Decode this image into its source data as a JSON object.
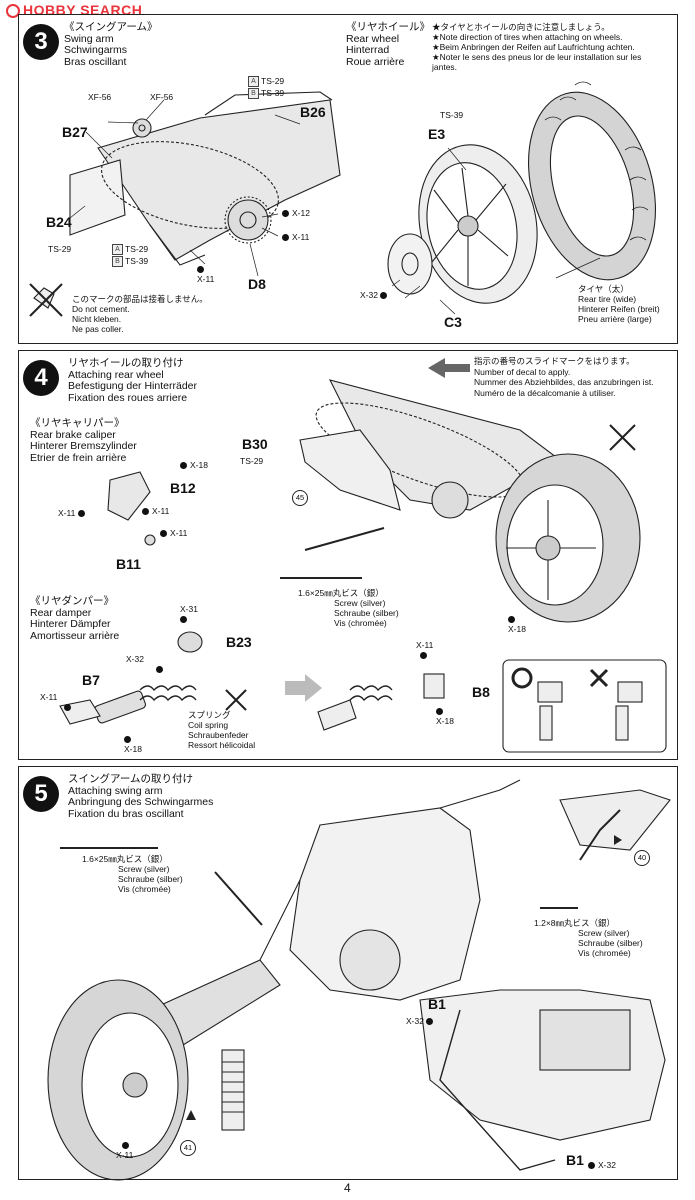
{
  "watermark": "HOBBY SEARCH",
  "page_number": "4",
  "step3": {
    "number": "3",
    "swingarm_title": [
      "《スイングアーム》",
      "Swing arm",
      "Schwingarms",
      "Bras oscillant"
    ],
    "rearwheel_title": [
      "《リヤホイール》",
      "Rear wheel",
      "Hinterrad",
      "Roue arrière"
    ],
    "tire_note": [
      "★タイヤとホイールの向きに注意しましょう。",
      "★Note direction of tires when attaching on wheels.",
      "★Beim Anbringen der Reifen auf Laufrichtung achten.",
      "★Noter le sens des pneus lor de leur installation sur les",
      "jantes."
    ],
    "nocement_note": [
      "このマークの部品は接着しません。",
      "Do not cement.",
      "Nicht kleben.",
      "Ne pas coller."
    ],
    "tire_label": [
      "タイヤ（太）",
      "Rear tire (wide)",
      "Hinterer Reifen (breit)",
      "Pneu arrière (large)"
    ],
    "parts": {
      "b26": "B26",
      "b27": "B27",
      "b24": "B24",
      "d8": "D8",
      "e3": "E3",
      "c3": "C3"
    },
    "codes": {
      "xf56a": "XF-56",
      "xf56b": "XF-56",
      "ts29a": "TS-29",
      "ts39a": "TS-39",
      "ts29b": "TS-29",
      "ts29c": "TS-29",
      "ts39b": "TS-39",
      "x12": "X-12",
      "x11a": "X-11",
      "x11b": "X-11",
      "ts39c": "TS-39",
      "x32": "X-32"
    },
    "box_a": "A",
    "box_b": "B"
  },
  "step4": {
    "number": "4",
    "title": [
      "リヤホイールの取り付け",
      "Attaching rear wheel",
      "Befestigung der Hinterräder",
      "Fixation des roues arriere"
    ],
    "decal_note": [
      "指示の番号のスライドマークをはります。",
      "Number of decal to apply.",
      "Nummer des Abziehbildes, das anzubringen ist.",
      "Numéro de la décalcomanie à utiliser."
    ],
    "caliper_title": [
      "《リヤキャリパー》",
      "Rear brake caliper",
      "Hinterer Bremszylinder",
      "Etrier de frein arrière"
    ],
    "damper_title": [
      "《リヤダンパー》",
      "Rear damper",
      "Hinterer Dämpfer",
      "Amortisseur arrière"
    ],
    "screw": [
      "1.6×25㎜丸ビス（銀）",
      "Screw (silver)",
      "Schraube (silber)",
      "Vis (chromée)"
    ],
    "spring": [
      "スプリング",
      "Coil spring",
      "Schraubenfeder",
      "Ressort hélicoidal"
    ],
    "parts": {
      "b30": "B30",
      "b12": "B12",
      "b11": "B11",
      "b23": "B23",
      "b7": "B7",
      "b8": "B8"
    },
    "codes": {
      "ts29": "TS-29",
      "decal45": "45",
      "x18a": "X-18",
      "x11a": "X-11",
      "x11b": "X-11",
      "x11c": "X-11",
      "x18b": "X-18",
      "x31": "X-31",
      "x32": "X-32",
      "x11d": "X-11",
      "x18c": "X-18",
      "x11e": "X-11",
      "x18d": "X-18"
    },
    "ok_mark": "○",
    "ng_mark": "×"
  },
  "step5": {
    "number": "5",
    "title": [
      "スイングアームの取り付け",
      "Attaching swing arm",
      "Anbringung des Schwingarmes",
      "Fixation du bras oscillant"
    ],
    "screw_long": [
      "1.6×25㎜丸ビス（銀）",
      "Screw (silver)",
      "Schraube (silber)",
      "Vis (chromée)"
    ],
    "screw_short": [
      "1.2×8㎜丸ビス（銀）",
      "Screw (silver)",
      "Schraube (silber)",
      "Vis (chromée)"
    ],
    "parts": {
      "b1a": "B1",
      "b1b": "B1"
    },
    "codes": {
      "x32a": "X-32",
      "x32b": "X-32",
      "x11": "X-11",
      "decal40": "40",
      "decal41": "41"
    }
  }
}
